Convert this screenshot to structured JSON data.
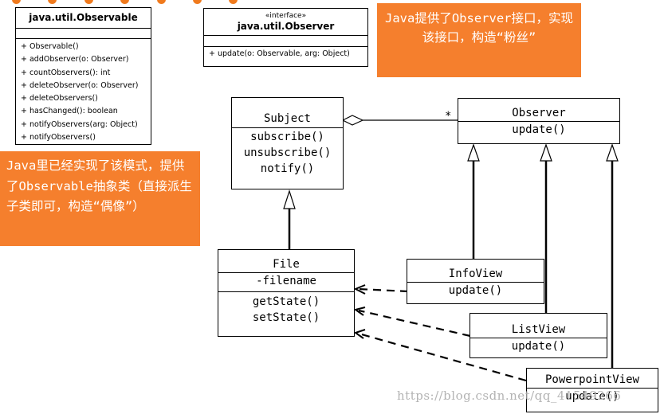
{
  "observable": {
    "title": "java.util.Observable",
    "methods": [
      "+ Observable()",
      "+ addObserver(o: Observer)",
      "+ countObservers(): int",
      "+ deleteObserver(o: Observer)",
      "+ deleteObservers()",
      "+ hasChanged(): boolean",
      "+ notifyObservers(arg: Object)",
      "+ notifyObservers()"
    ]
  },
  "observer_interface": {
    "stereotype": "«interface»",
    "title": "java.util.Observer",
    "methods": [
      "+ update(o: Observable, arg: Object)"
    ]
  },
  "callouts": {
    "observer": "Java提供了Observer接口，实现该接口，构造“粉丝”",
    "observable": "Java里已经实现了该模式，提供了Observable抽象类（直接派生子类即可，构造“偶像”）"
  },
  "uml": {
    "subject": {
      "name": "Subject",
      "methods": [
        "subscribe()",
        "unsubscribe()",
        "notify()"
      ]
    },
    "observer": {
      "name": "Observer",
      "methods": [
        "update()"
      ]
    },
    "multiplicity": "*",
    "file": {
      "name": "File",
      "fields": [
        "-filename"
      ],
      "methods": [
        "getState()",
        "setState()"
      ]
    },
    "infoview": {
      "name": "InfoView",
      "methods": [
        "update()"
      ]
    },
    "listview": {
      "name": "ListView",
      "methods": [
        "update()"
      ]
    },
    "powerpointview": {
      "name": "PowerpointView",
      "methods": [
        "update()"
      ]
    }
  },
  "watermark": "https://blog.csdn.net/qq_41549266",
  "colors": {
    "callout": "#f57f2d",
    "dots": "#f07a1d"
  }
}
